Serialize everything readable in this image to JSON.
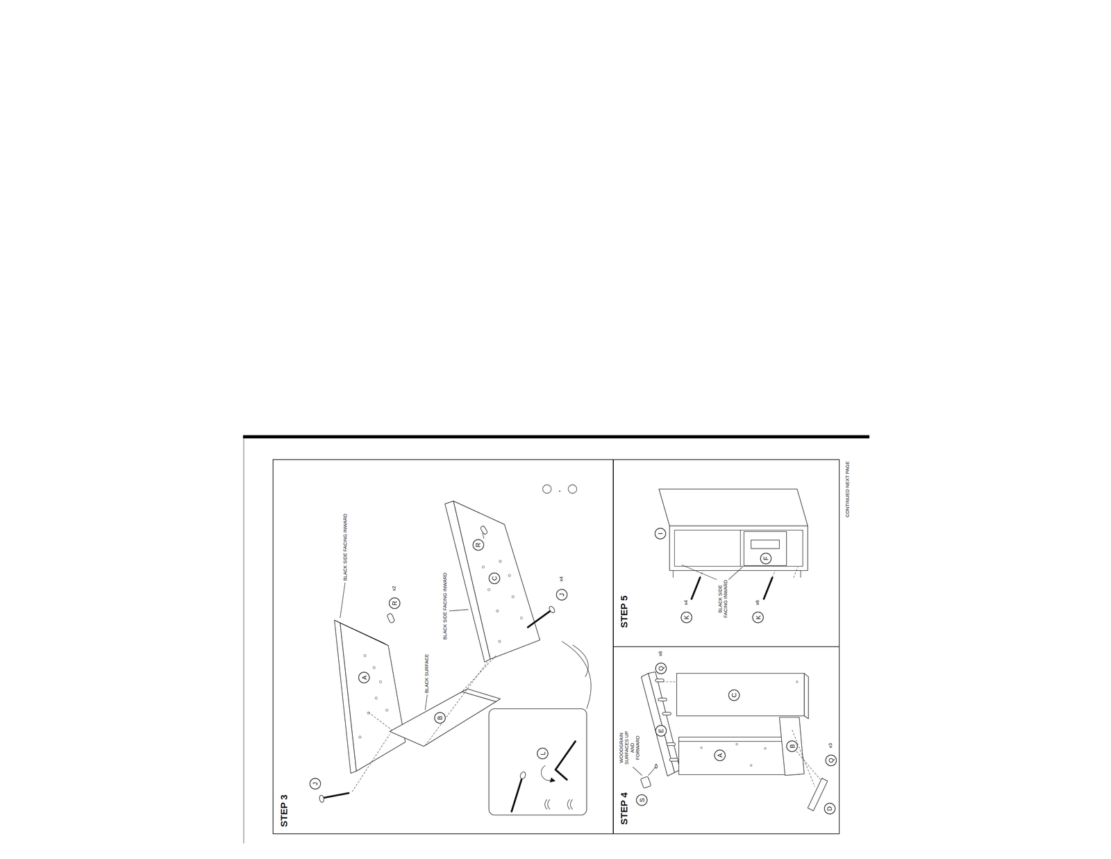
{
  "diagram": {
    "nodes": [
      {
        "text": [
          "STEP 3"
        ]
      },
      {
        "text": [
          "J"
        ],
        "in": 0
      },
      {
        "text": [
          "A"
        ],
        "in": 0
      },
      {
        "text": [
          "R"
        ],
        "in": 0
      },
      {
        "text": [
          "B"
        ],
        "in": 0
      },
      {
        "text": [
          "C"
        ],
        "in": 0
      },
      {
        "text": [
          "R"
        ],
        "in": 0
      },
      {
        "text": [
          "J"
        ],
        "in": 0
      },
      {
        "text": [
          "L"
        ],
        "in": 0
      },
      {
        "text": [
          "STEP 4"
        ]
      },
      {
        "text": [
          "S"
        ],
        "in": 9
      },
      {
        "text": [
          "Q"
        ],
        "in": 9
      },
      {
        "text": [
          "E"
        ],
        "in": 9
      },
      {
        "text": [
          "C"
        ],
        "in": 9
      },
      {
        "text": [
          "A"
        ],
        "in": 9
      },
      {
        "text": [
          "B"
        ],
        "in": 9
      },
      {
        "text": [
          "Q"
        ],
        "in": 9
      },
      {
        "text": [
          "D"
        ],
        "in": 9
      },
      {
        "text": [
          "STEP 5"
        ]
      },
      {
        "text": [
          "I"
        ],
        "in": 18
      },
      {
        "text": [
          "F"
        ],
        "in": 18
      },
      {
        "text": [
          "K"
        ],
        "in": 18
      },
      {
        "text": [
          "K"
        ],
        "in": 18
      }
    ],
    "labels": [
      "BLACK SIDE FACING INWARD",
      "x2",
      "BLACK SURFACE",
      "BLACK SIDE FACING INWARD",
      "x4",
      "WOODGRAIN SURFACES UP AND FORWARD",
      "x6",
      "x3",
      "BLACK SIDE FACING INWARD",
      "x4",
      "x6",
      "CONTINUED NEXT PAGE"
    ]
  }
}
